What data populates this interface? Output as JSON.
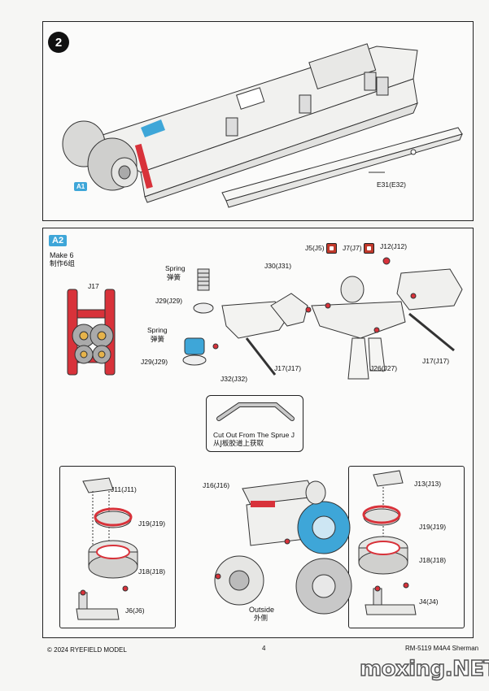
{
  "step2": {
    "step_number": "2",
    "tag": "A1",
    "part_label": "E31(E32)"
  },
  "stepA2": {
    "tag": "A2",
    "make": "Make 6",
    "make_cn": "制作6组",
    "j17_left": "J17",
    "spring_top": "Spring",
    "spring_top_cn": "弹簧",
    "j29_top": "J29(J29)",
    "spring_mid": "Spring",
    "spring_mid_cn": "弹簧",
    "j29_mid": "J29(J29)",
    "j30": "J30(J31)",
    "j17_mid": "J17(J17)",
    "j32": "J32(J32)",
    "j5": "J5(J5)",
    "j7": "J7(J7)",
    "j12": "J12(J12)",
    "j26": "J26(J27)",
    "j17_right": "J17(J17)",
    "cutout_en": "Cut Out From The Sprue J",
    "cutout_cn": "从J板胶道上获取",
    "j16": "J16(J16)",
    "j11": "J11(J11)",
    "j19_left": "J19(J19)",
    "j18_left": "J18(J18)",
    "j6": "J6(J6)",
    "j13": "J13(J13)",
    "j19_right": "J19(J19)",
    "j18_right": "J18(J18)",
    "j4": "J4(J4)",
    "outside": "Outside",
    "outside_cn": "外侧"
  },
  "footer": {
    "left": "© 2024 RYEFIELD MODEL",
    "page": "4",
    "right": "RM-5119 M4A4 Sherman"
  },
  "watermark": "moxing.NET",
  "colors": {
    "highlight_red": "#d8323a",
    "highlight_blue": "#3ea6d8"
  }
}
